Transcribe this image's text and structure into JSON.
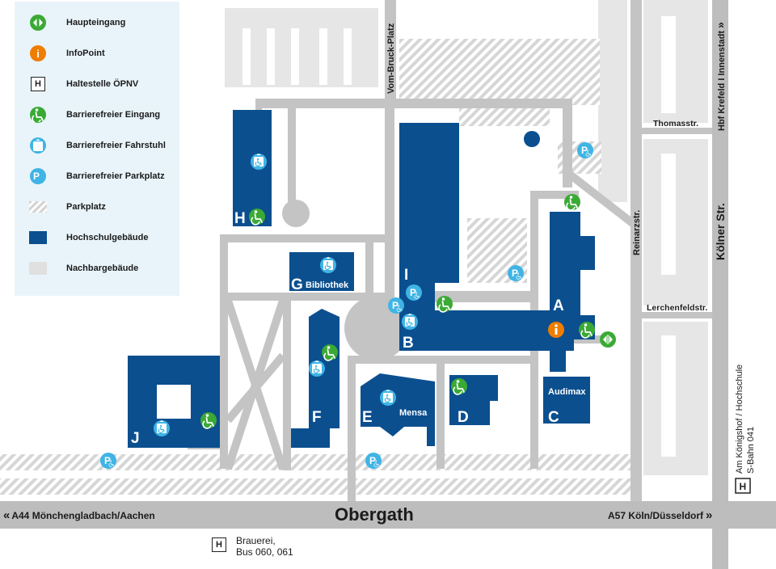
{
  "legend": {
    "items": [
      {
        "symbol": "main-entrance",
        "label": "Haupteingang",
        "color": "#3aaa35"
      },
      {
        "symbol": "info",
        "label": "InfoPoint",
        "glyph": "i",
        "color": "#ee7d00"
      },
      {
        "symbol": "bus-stop",
        "label": "Haltestelle ÖPNV",
        "glyph": "H"
      },
      {
        "symbol": "accessible-entrance",
        "label": "Barrierefreier Eingang",
        "color": "#3aaa35"
      },
      {
        "symbol": "accessible-elevator",
        "label": "Barrierefreier Fahrstuhl",
        "color": "#3fb4e5"
      },
      {
        "symbol": "accessible-parking",
        "label": "Barrierefreier Parkplatz",
        "color": "#3fb4e5"
      },
      {
        "symbol": "parking",
        "label": "Parkplatz"
      },
      {
        "symbol": "university-building",
        "label": "Hochschulgebäude",
        "color": "#0b4f8f"
      },
      {
        "symbol": "neighbor-building",
        "label": "Nachbargebäude",
        "color": "#e6e6e6"
      }
    ]
  },
  "buildings": {
    "A": "A",
    "B": "B",
    "C": "C",
    "D": "D",
    "E": "E",
    "F": "F",
    "G": "G",
    "H": "H",
    "I": "I",
    "J": "J",
    "g_name": "Bibliothek",
    "e_name": "Mensa",
    "c_name": "Audimax"
  },
  "streets": {
    "obergath": "Obergath",
    "vom_bruck": "Vom-Bruck-Platz",
    "reinarz": "Reinarzstr.",
    "koelner": "Kölner Str.",
    "thomas": "Thomasstr.",
    "lerchenfeld": "Lerchenfeldstr."
  },
  "directions": {
    "west": "A44 Mönchengladbach/Aachen",
    "east": "A57 Köln/Düsseldorf",
    "north": "Hbf Krefeld  I  Innenstadt",
    "south_line1": "Am Königshof / Hochschule",
    "south_line2": "S-Bahn 041",
    "chevron_left": "«",
    "chevron_right": "»"
  },
  "bus_stop": {
    "glyph": "H",
    "line1": "Brauerei,",
    "line2": "Bus 060, 061"
  },
  "colors": {
    "building": "#0b4f8f",
    "road": "#bdbdbd",
    "path": "#c4c4c4",
    "neighbor": "#e6e6e6",
    "green": "#3aaa35",
    "blue": "#3fb4e5",
    "orange": "#ee7d00",
    "legend_bg": "#e9f4fa"
  }
}
